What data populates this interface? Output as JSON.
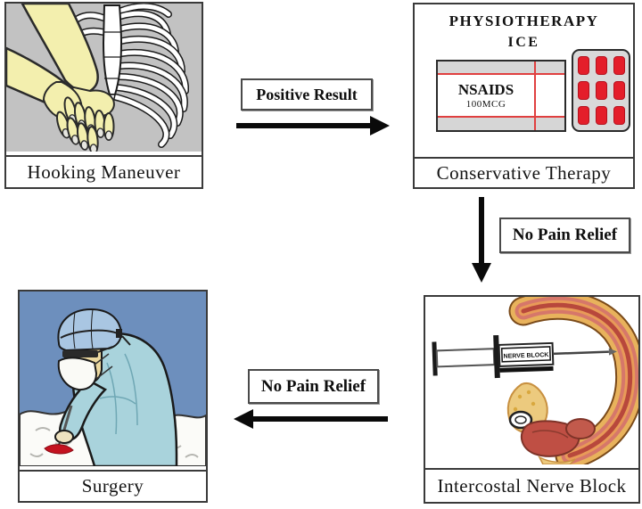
{
  "diagram": {
    "panels": {
      "hooking": {
        "caption": "Hooking Maneuver"
      },
      "conservative": {
        "caption": "Conservative Therapy",
        "therapy_line1": "PHYSIOTHERAPY",
        "therapy_line2": "ICE",
        "med_name": "NSAIDS",
        "med_dose": "100MCG"
      },
      "nerve_block": {
        "caption": "Intercostal Nerve Block",
        "syringe_label": "NERVE BLOCK"
      },
      "surgery": {
        "caption": "Surgery"
      }
    },
    "arrows": [
      {
        "label": "Positive Result",
        "from": "Hooking Maneuver",
        "to": "Conservative Therapy",
        "direction": "right"
      },
      {
        "label": "No Pain Relief",
        "from": "Conservative Therapy",
        "to": "Intercostal Nerve Block",
        "direction": "down"
      },
      {
        "label": "No Pain Relief",
        "from": "Intercostal Nerve Block",
        "to": "Surgery",
        "direction": "left"
      }
    ],
    "colors": {
      "panel_border": "#3a3a3a",
      "hooking_background": "#c2c2c2",
      "skin_tone": "#f3efae",
      "pill_red": "#e41e2a",
      "med_line_red": "#e04040",
      "surgery_background": "#6d8fbd",
      "scrub_blue": "#a9d3dc",
      "cap_blue": "#a9c6e2",
      "muscle_red": "#bf4f44",
      "tissue_tan": "#e8b25c",
      "arrow_color": "#0a0a0a"
    }
  }
}
